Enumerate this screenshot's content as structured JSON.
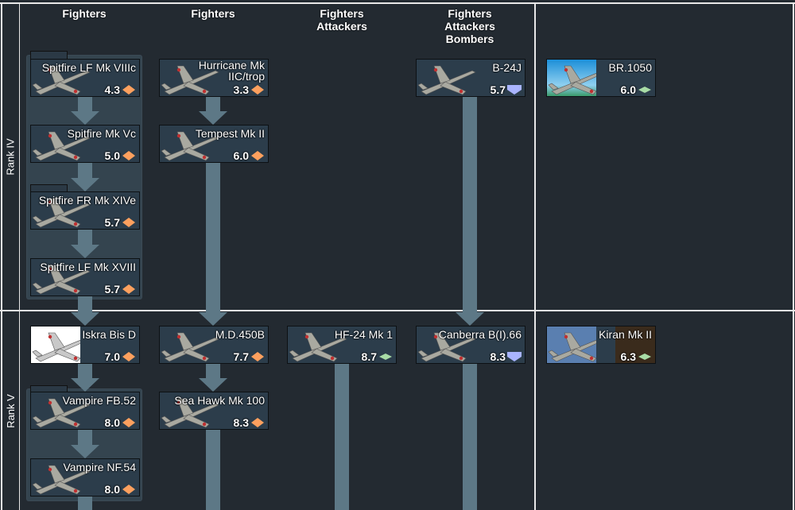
{
  "ranks": [
    "Rank IV",
    "Rank V"
  ],
  "columns": [
    "Fighters",
    "Fighters",
    "Fighters\nAttackers",
    "Fighters\nAttackers\nBombers"
  ],
  "colors": {
    "fighter": "#fda05e",
    "bomber": "#a9b4ff",
    "premium": "#a8dca6",
    "connector": "#5d7886"
  },
  "vehicles": [
    {
      "name": "Spitfire LF Mk VIIIc",
      "br": "4.3",
      "icon": "fighter-diamond-icon",
      "type": "fighter"
    },
    {
      "name": "Spitfire Mk Vc",
      "br": "5.0",
      "icon": "fighter-diamond-icon",
      "type": "fighter"
    },
    {
      "name": "Spitfire FR Mk XIVe",
      "br": "5.7",
      "icon": "fighter-diamond-icon",
      "type": "fighter"
    },
    {
      "name": "Spitfire LF Mk XVIII",
      "br": "5.7",
      "icon": "fighter-diamond-icon",
      "type": "fighter"
    },
    {
      "name": "Hurricane Mk IIC/trop",
      "br": "3.3",
      "icon": "fighter-diamond-icon",
      "type": "fighter"
    },
    {
      "name": "Tempest Mk II",
      "br": "6.0",
      "icon": "fighter-diamond-icon",
      "type": "fighter"
    },
    {
      "name": "B-24J",
      "br": "5.7",
      "icon": "bomber-icon",
      "type": "bomber"
    },
    {
      "name": "BR.1050",
      "br": "6.0",
      "icon": "premium-diamond-icon",
      "type": "premium"
    },
    {
      "name": "Iskra Bis D",
      "br": "7.0",
      "icon": "fighter-diamond-icon",
      "type": "fighter"
    },
    {
      "name": "M.D.450B",
      "br": "7.7",
      "icon": "fighter-diamond-icon",
      "type": "fighter"
    },
    {
      "name": "HF-24 Mk 1",
      "br": "8.7",
      "icon": "premium-diamond-icon",
      "type": "premium"
    },
    {
      "name": "Canberra B(I).66",
      "br": "8.3",
      "icon": "bomber-icon",
      "type": "bomber"
    },
    {
      "name": "Kiran Mk II",
      "br": "6.3",
      "icon": "premium-diamond-icon",
      "type": "premium"
    },
    {
      "name": "Vampire FB.52",
      "br": "8.0",
      "icon": "fighter-diamond-icon",
      "type": "fighter"
    },
    {
      "name": "Sea Hawk Mk 100",
      "br": "8.3",
      "icon": "fighter-diamond-icon",
      "type": "fighter"
    },
    {
      "name": "Vampire NF.54",
      "br": "8.0",
      "icon": "fighter-diamond-icon",
      "type": "fighter"
    }
  ]
}
